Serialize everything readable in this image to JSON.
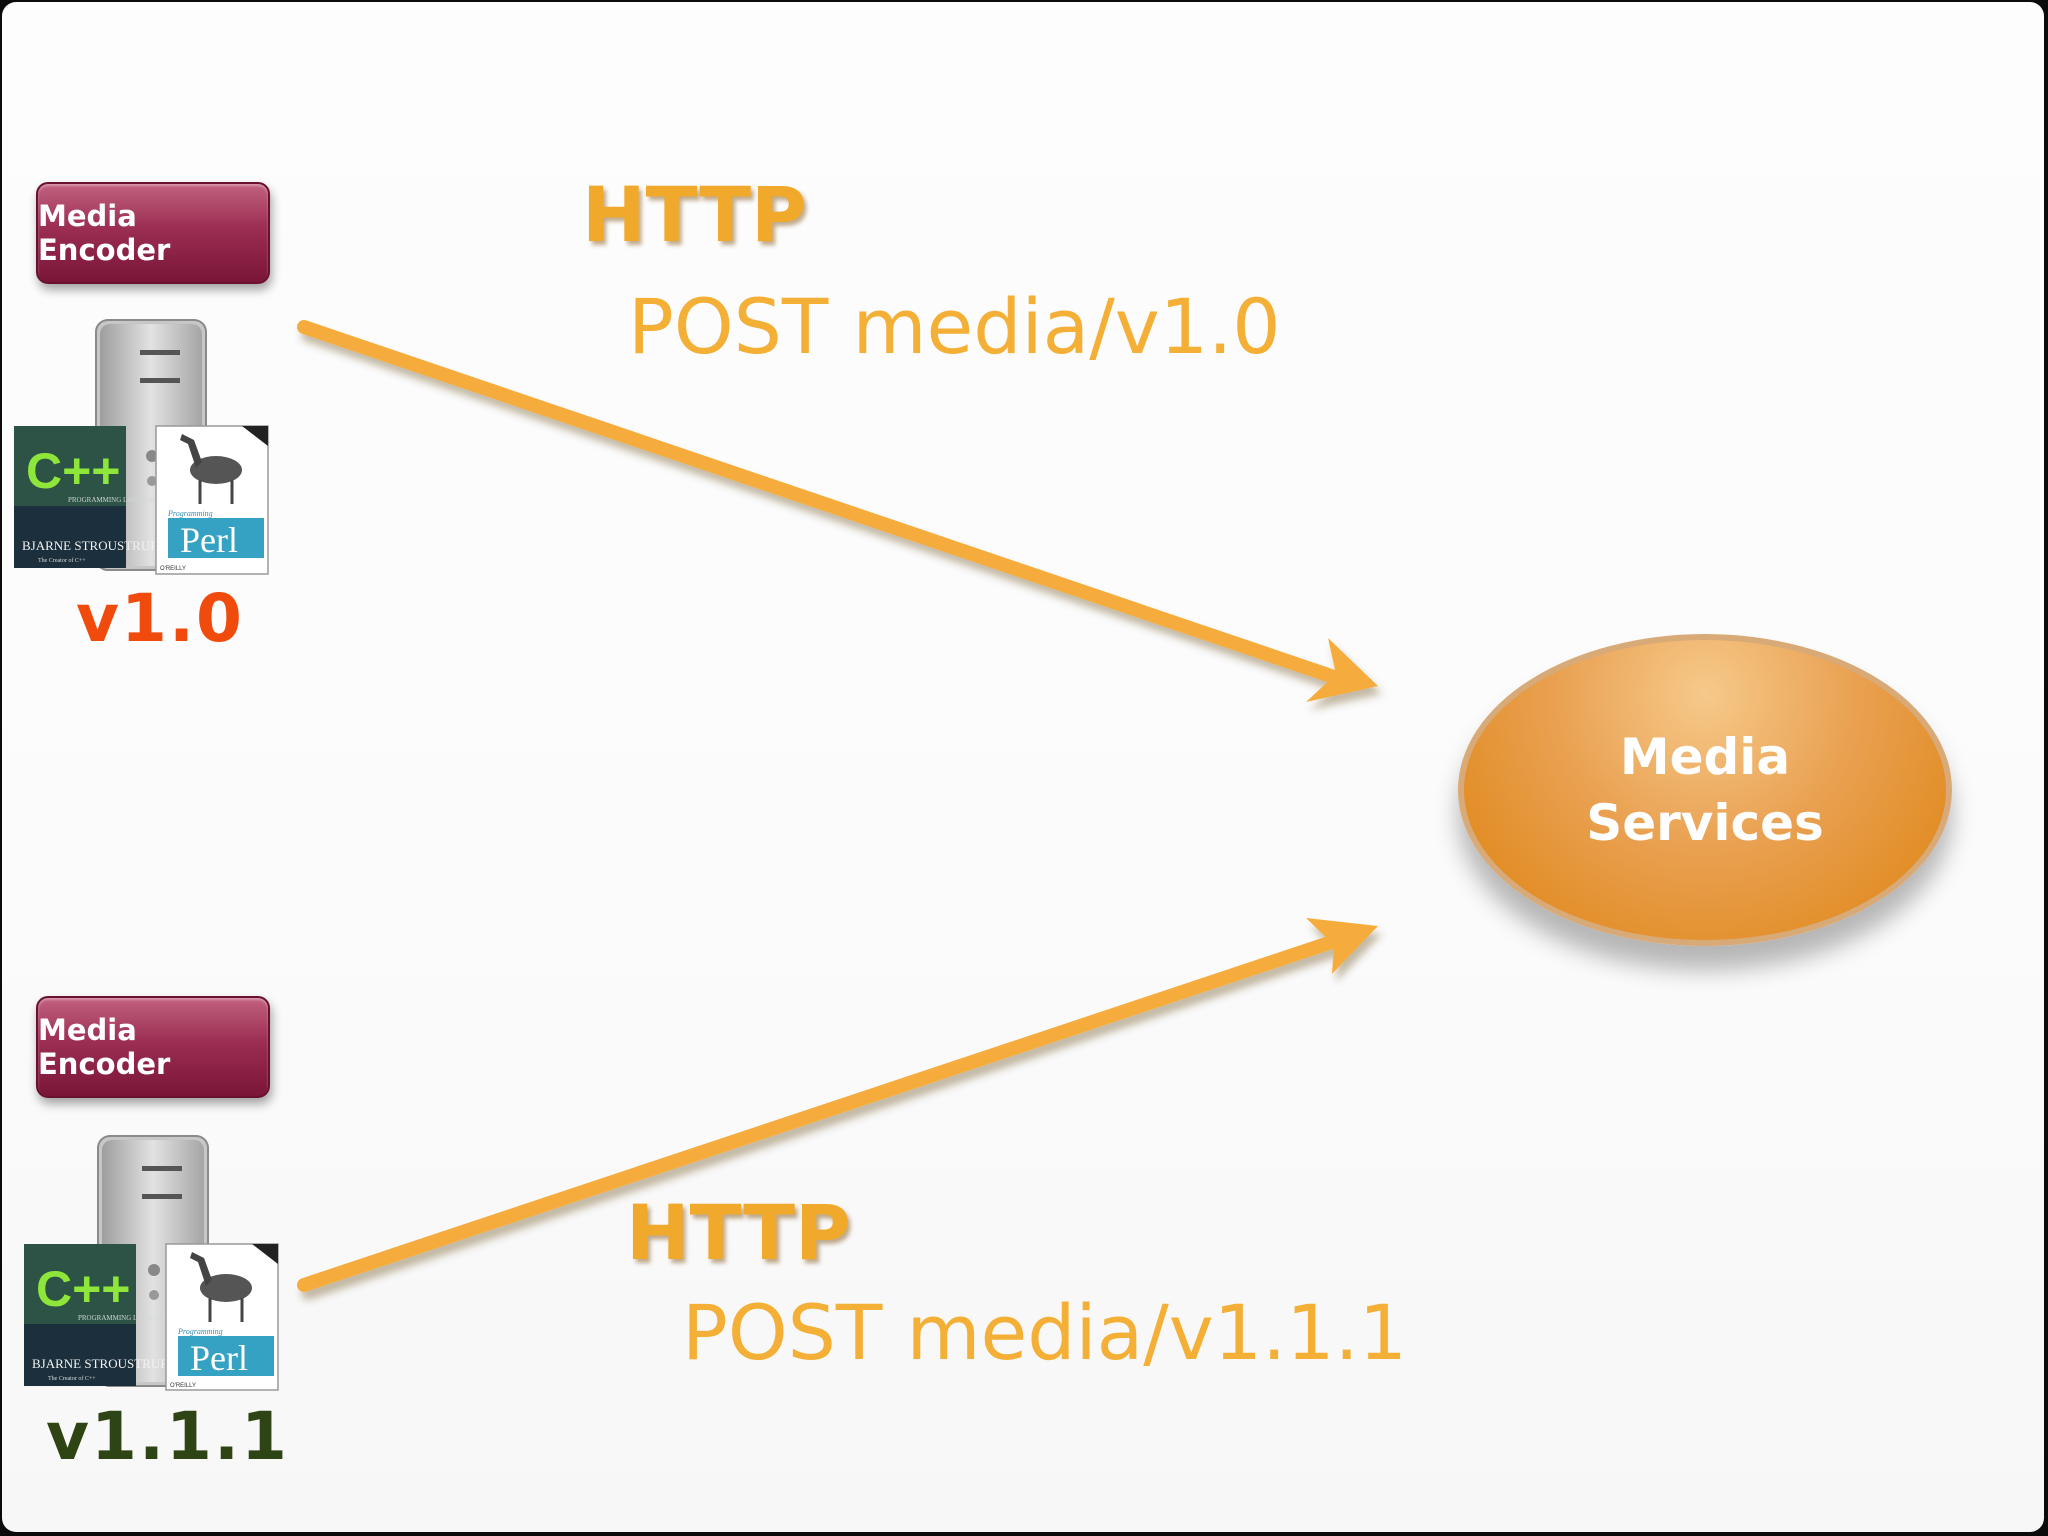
{
  "encoder_top": {
    "badge_label": "Media Encoder",
    "version": "v1.0",
    "version_color": "#f04a0c",
    "book_cpp_title": "C++",
    "book_cpp_subtitle": "PROGRAMMING LANGUAGE",
    "book_cpp_author": "BJARNE STROUSTRUP",
    "book_cpp_tag": "The Creator of C++",
    "book_perl_title": "Perl",
    "book_perl_kicker": "Programming",
    "book_perl_publisher": "O'REILLY"
  },
  "encoder_bottom": {
    "badge_label": "Media Encoder",
    "version": "v1.1.1",
    "version_color": "#2f4414",
    "book_cpp_title": "C++",
    "book_cpp_subtitle": "PROGRAMMING LANGUAGE",
    "book_cpp_author": "BJARNE STROUSTRUP",
    "book_cpp_tag": "The Creator of C++",
    "book_perl_title": "Perl",
    "book_perl_kicker": "Programming",
    "book_perl_publisher": "O'REILLY"
  },
  "request_top": {
    "protocol": "HTTP",
    "request": "POST media/v1.0"
  },
  "request_bottom": {
    "protocol": "HTTP",
    "request": "POST media/v1.1.1"
  },
  "services": {
    "label": "Media\nServices"
  },
  "colors": {
    "arrow": "#f5ac3c",
    "badge": "#8c1f45",
    "services": "#e48e24"
  },
  "icons": [
    "server-tower-icon",
    "cpp-book-icon",
    "perl-book-icon",
    "arrow-icon"
  ]
}
